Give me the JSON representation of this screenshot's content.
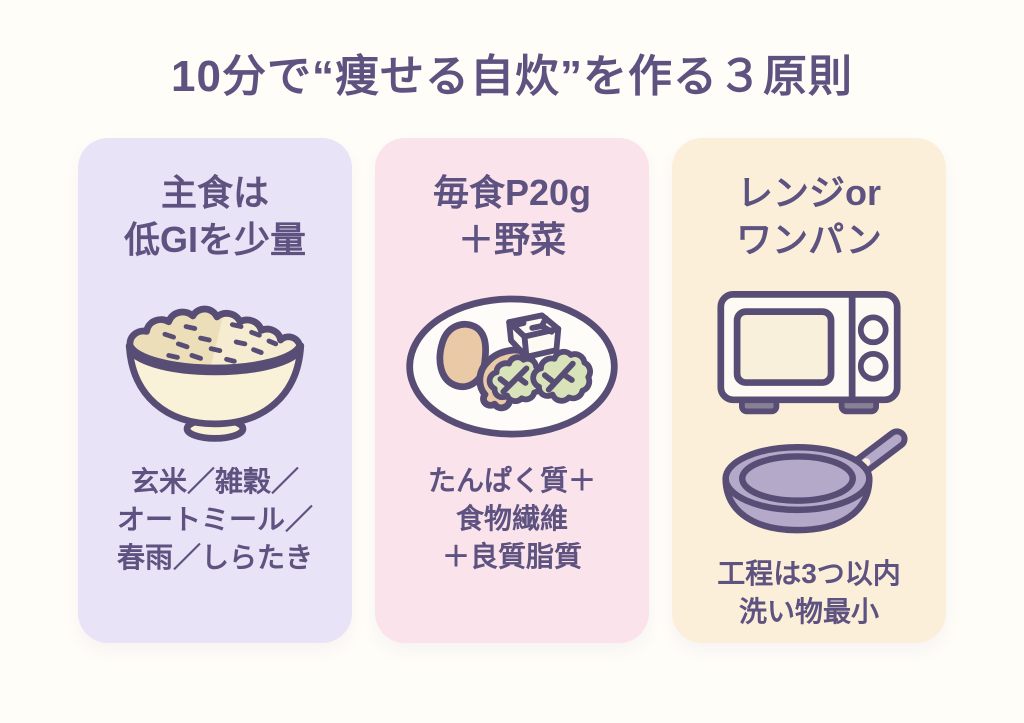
{
  "title": "10分で“痩せる自炊”を作る３原則",
  "colors": {
    "background": "#FFFDF8",
    "text": "#5E5380",
    "outline": "#584D74",
    "card_staple": "#E8E3F6",
    "card_protein": "#FAE3EB",
    "card_cooking": "#FCEFDA",
    "bowl": "#F9F1D8",
    "rice": "#F5ECD1",
    "rice_shade": "#EBDEB9",
    "chicken": "#E9C9A6",
    "tofu": "#FDFAF4",
    "greens": "#D9E3B9",
    "plate": "#FEFCF8",
    "appliance_white": "#FDFAF4",
    "microwave_window": "#F9F0DB",
    "microwave_feet": "#8A8096",
    "pan": "#B5A9C9"
  },
  "cards": [
    {
      "id": "staple",
      "icon": "rice-bowl-icon",
      "heading": [
        "主食は",
        "低GIを少量"
      ],
      "body": [
        "玄米／雑穀／",
        "オートミール／",
        "春雨／しらたき"
      ]
    },
    {
      "id": "protein",
      "icon": "protein-plate-icon",
      "heading": [
        "毎食P20g",
        "＋野菜"
      ],
      "body": [
        "たんぱく質＋",
        "食物繊維",
        "＋良質脂質"
      ]
    },
    {
      "id": "cooking",
      "icons": [
        "microwave-icon",
        "frying-pan-icon"
      ],
      "heading": [
        "レンジor",
        "ワンパン"
      ],
      "body": [
        "工程は3つ以内",
        "洗い物最小"
      ]
    }
  ]
}
